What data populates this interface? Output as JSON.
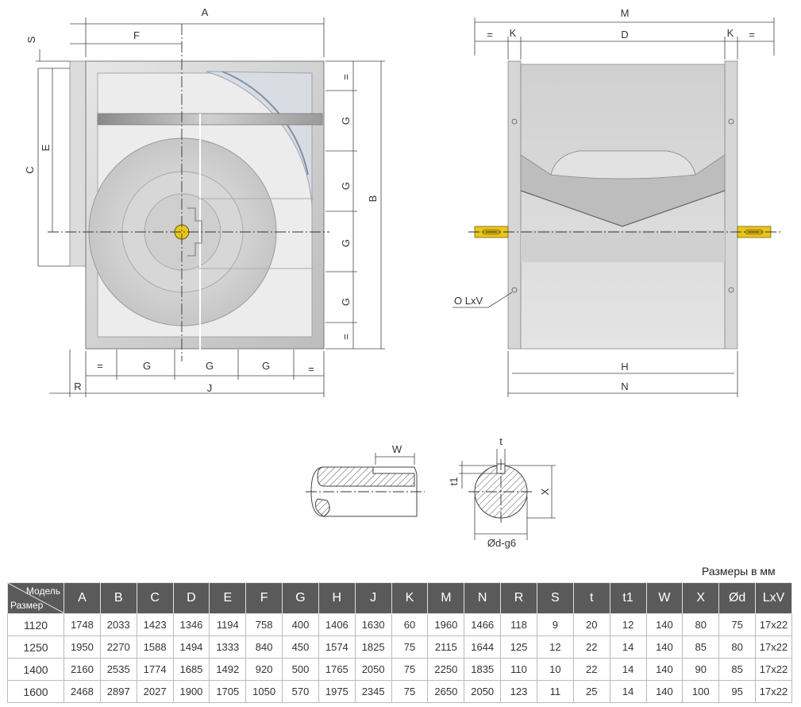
{
  "drawing": {
    "front_view": {
      "dims_top": [
        "A",
        "F"
      ],
      "dims_left": [
        "S",
        "C",
        "E"
      ],
      "dims_right": [
        "=",
        "G",
        "G",
        "G",
        "G",
        "=",
        "B"
      ],
      "dims_bottom": [
        "=",
        "G",
        "G",
        "G",
        "=",
        "R",
        "J"
      ]
    },
    "side_view": {
      "dims_top": [
        "M",
        "=",
        "K",
        "D",
        "K",
        "="
      ],
      "callout": "O LxV",
      "dims_bottom": [
        "H",
        "N"
      ]
    },
    "shaft_detail": {
      "label_w": "W"
    },
    "shaft_section": {
      "label_t": "t",
      "label_t1": "t1",
      "label_x": "X",
      "label_d": "Ød-g6"
    }
  },
  "units_caption": "Размеры в мм",
  "table": {
    "corner_model": "Модель",
    "corner_size": "Размер",
    "columns": [
      "A",
      "B",
      "C",
      "D",
      "E",
      "F",
      "G",
      "H",
      "J",
      "K",
      "M",
      "N",
      "R",
      "S",
      "t",
      "t1",
      "W",
      "X",
      "Ød",
      "LxV"
    ],
    "rows": [
      {
        "size": "1120",
        "values": [
          "1748",
          "2033",
          "1423",
          "1346",
          "1194",
          "758",
          "400",
          "1406",
          "1630",
          "60",
          "1960",
          "1466",
          "118",
          "9",
          "20",
          "12",
          "140",
          "80",
          "75",
          "17x22"
        ]
      },
      {
        "size": "1250",
        "values": [
          "1950",
          "2270",
          "1588",
          "1494",
          "1333",
          "840",
          "450",
          "1574",
          "1825",
          "75",
          "2115",
          "1644",
          "125",
          "12",
          "22",
          "14",
          "140",
          "85",
          "80",
          "17x22"
        ]
      },
      {
        "size": "1400",
        "values": [
          "2160",
          "2535",
          "1774",
          "1685",
          "1492",
          "920",
          "500",
          "1765",
          "2050",
          "75",
          "2250",
          "1835",
          "110",
          "10",
          "22",
          "14",
          "140",
          "90",
          "85",
          "17x22"
        ]
      },
      {
        "size": "1600",
        "values": [
          "2468",
          "2897",
          "2027",
          "1900",
          "1705",
          "1050",
          "570",
          "1975",
          "2345",
          "75",
          "2650",
          "2050",
          "123",
          "11",
          "25",
          "14",
          "140",
          "100",
          "95",
          "17x22"
        ]
      }
    ]
  },
  "colors": {
    "header_bg": "#5a5a5a",
    "shaft_yellow": "#e8c61c"
  }
}
